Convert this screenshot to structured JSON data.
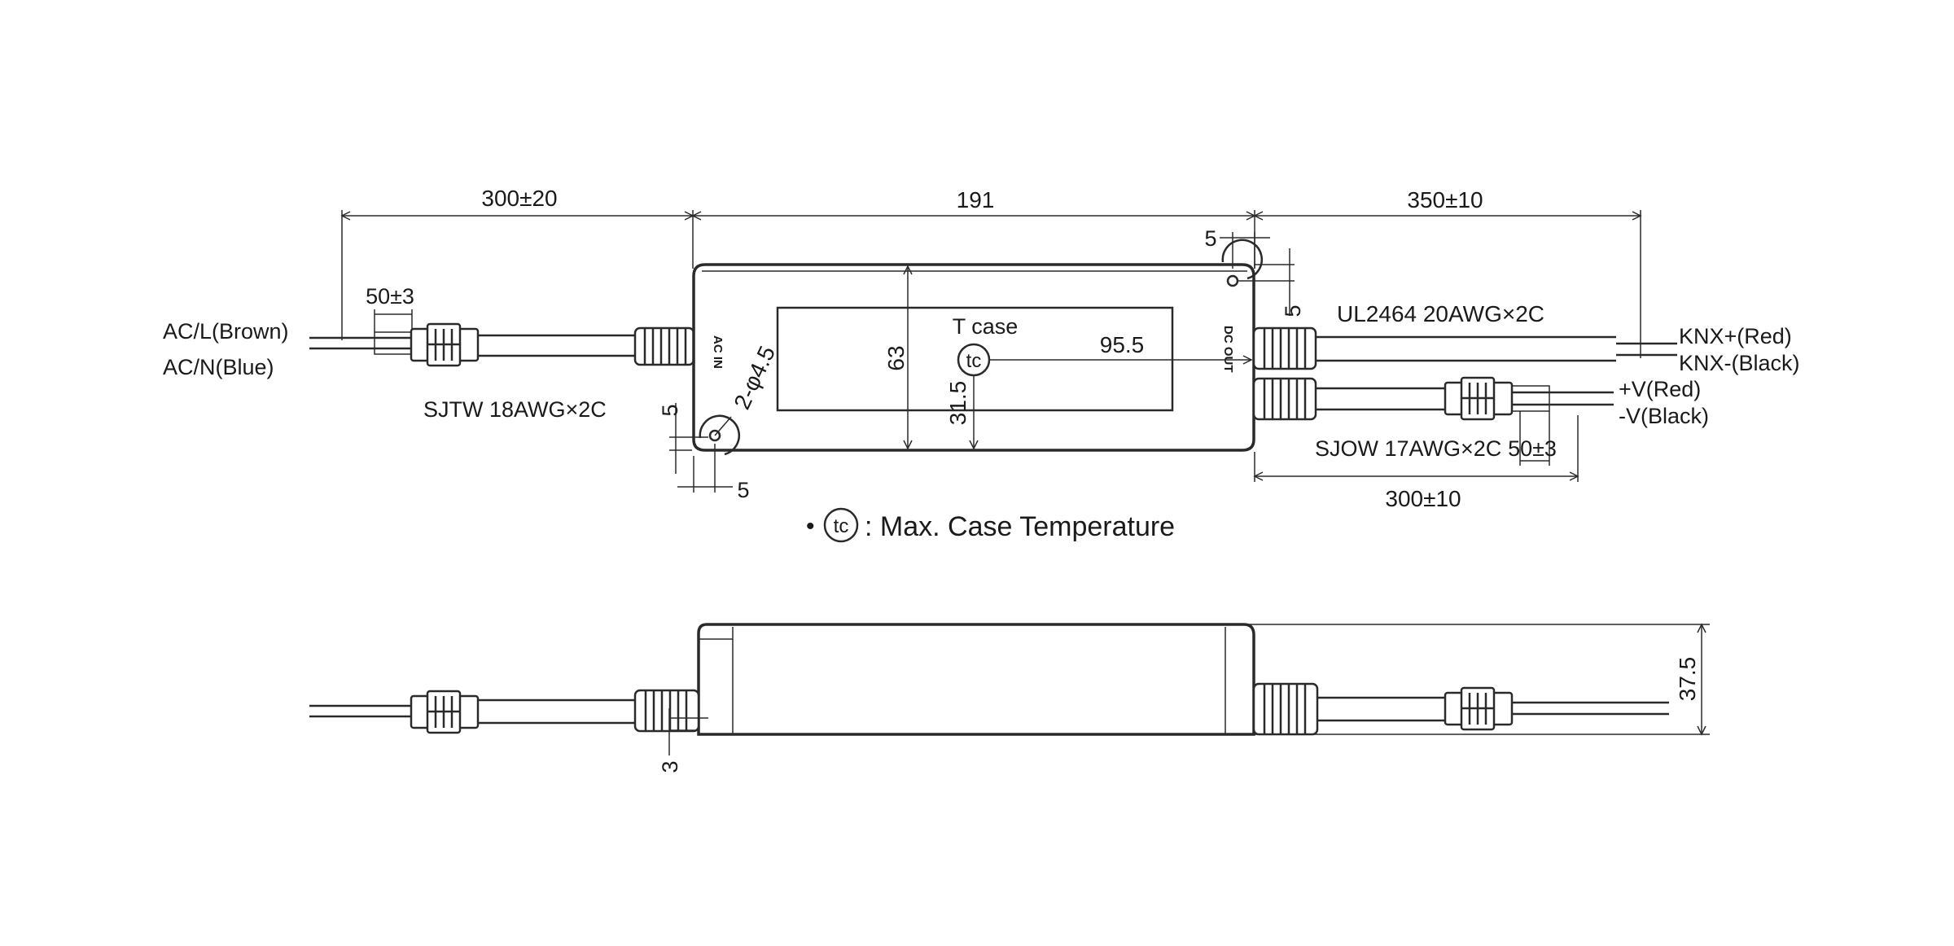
{
  "top_view": {
    "dims": {
      "input_cable_length": "300±20",
      "body_length": "191",
      "knx_cable_length": "350±10",
      "input_strip": "50±3",
      "output_strip": "50±3",
      "dc_cable_length": "300±10",
      "body_width": "63",
      "tc_x": "95.5",
      "tc_y": "31.5",
      "hole": "2-φ4.5",
      "mount_margin_a": "5",
      "mount_margin_b": "5",
      "mount_margin_c": "5",
      "mount_margin_d": "5"
    },
    "labels": {
      "ac_l": "AC/L(Brown)",
      "ac_n": "AC/N(Blue)",
      "input_cable": "SJTW 18AWG×2C",
      "knx_cable": "UL2464 20AWG×2C",
      "knx_plus": "KNX+(Red)",
      "knx_minus": "KNX-(Black)",
      "v_plus": "+V(Red)",
      "v_minus": "-V(Black)",
      "dc_cable": "SJOW 17AWG×2C",
      "ac_in": "AC IN",
      "dc_out": "DC OUT",
      "t_case": "T case",
      "tc_symbol": "tc"
    }
  },
  "legend": {
    "bullet": "•",
    "symbol": "tc",
    "text": ": Max. Case Temperature"
  },
  "side_view": {
    "dims": {
      "height": "37.5",
      "flange": "3"
    }
  }
}
